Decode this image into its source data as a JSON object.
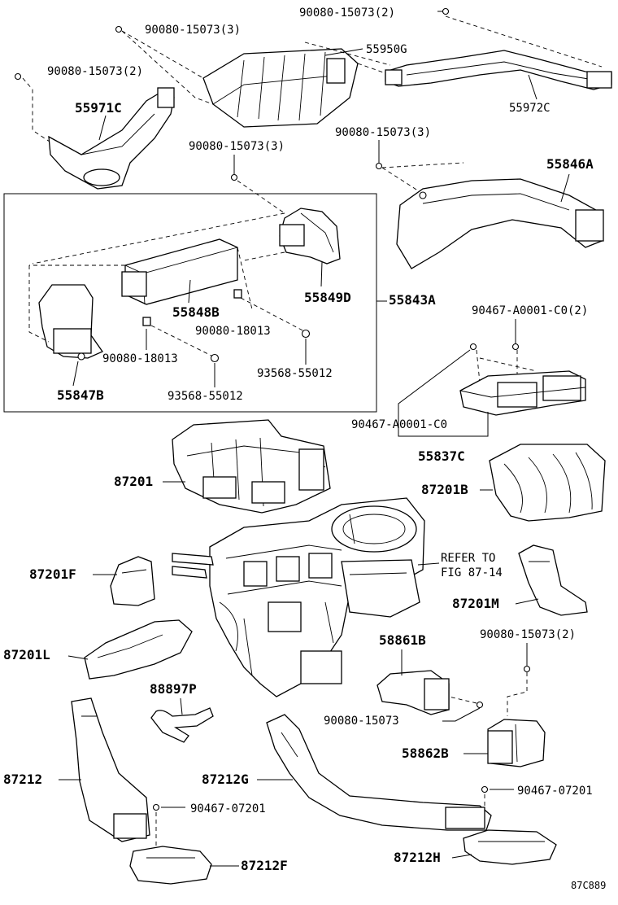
{
  "labels": {
    "bolt_top_right": "90080-15073(2)",
    "bolt_top_left": "90080-15073(3)",
    "p55950G": "55950G",
    "bolt_left_2": "90080-15073(2)",
    "p55971C": "55971C",
    "p55972C": "55972C",
    "bolt_mid_3": "90080-15073(3)",
    "bolt_right_3": "90080-15073(3)",
    "p55846A": "55846A",
    "p55849D": "55849D",
    "p55843A": "55843A",
    "p55848B": "55848B",
    "clip_18013_right": "90080-18013",
    "clip_18013_left": "90080-18013",
    "nut_55012_right": "93568-55012",
    "nut_55012_left": "93568-55012",
    "p55847B": "55847B",
    "screw_a0001_2": "90467-A0001-C0(2)",
    "screw_a0001": "90467-A0001-C0",
    "p55837C": "55837C",
    "p87201": "87201",
    "p87201B": "87201B",
    "refer_line1": "REFER TO",
    "refer_line2": "FIG 87-14",
    "p87201F": "87201F",
    "p87201M": "87201M",
    "p87201L": "87201L",
    "p58861B": "58861B",
    "bolt_58861_2": "90080-15073(2)",
    "p88897P": "88897P",
    "bolt_58861": "90080-15073",
    "p58862B": "58862B",
    "p87212": "87212",
    "p87212G": "87212G",
    "clip_07201_left": "90467-07201",
    "clip_07201_right": "90467-07201",
    "p87212F": "87212F",
    "p87212H": "87212H",
    "figure_code": "87C889"
  }
}
